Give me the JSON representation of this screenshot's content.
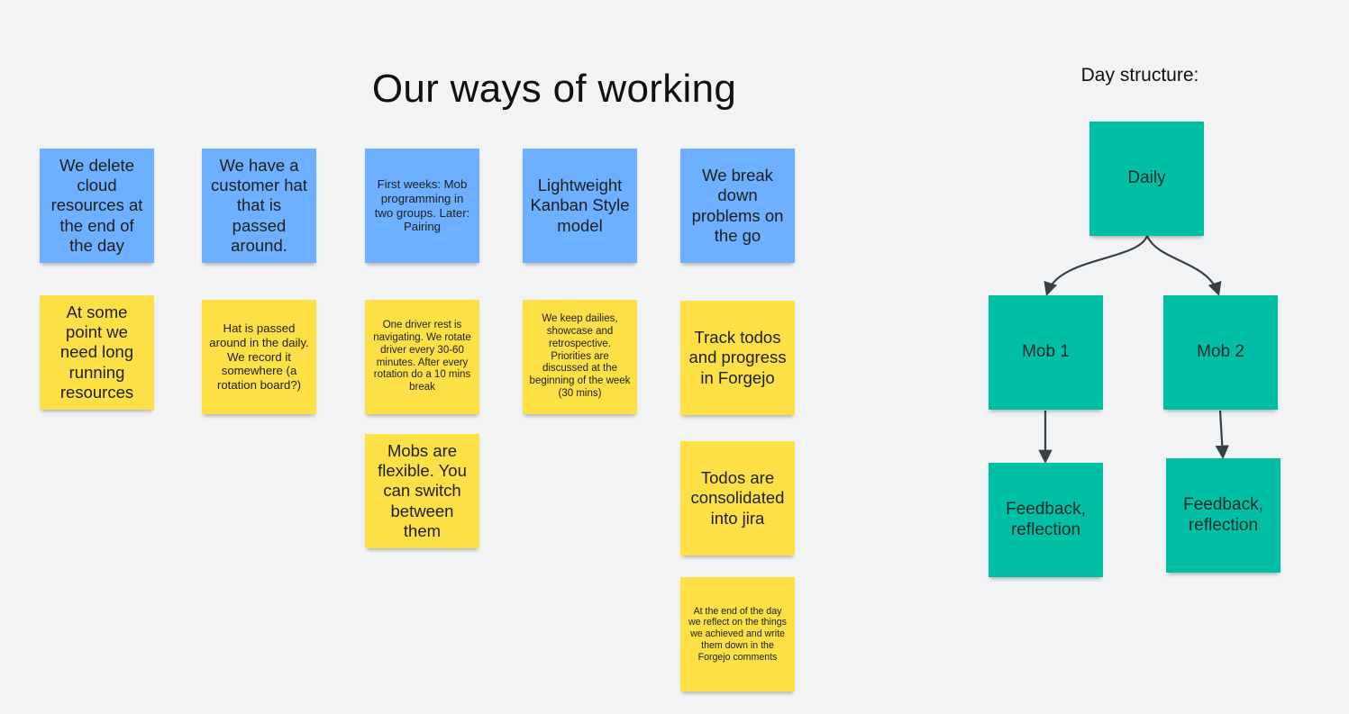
{
  "board": {
    "title": "Our ways of working",
    "day_structure_label": "Day structure:"
  },
  "notes": {
    "c1_blue": "We delete cloud resources at the end of the day",
    "c1_yellow": "At some point we need long running resources",
    "c2_blue": "We have a customer hat that is passed around.",
    "c2_yellow": "Hat is passed around in the daily. We record it somewhere (a rotation board?)",
    "c3_blue": "First weeks: Mob programming in two groups. Later: Pairing",
    "c3_yellow1": "One driver rest is navigating. We rotate driver every 30-60 minutes. After every rotation do a 10 mins break",
    "c3_yellow2": "Mobs are flexible. You can switch between them",
    "c4_blue": "Lightweight Kanban Style model",
    "c4_yellow": "We keep dailies, showcase and retrospective. Priorities are discussed at the beginning of the week (30 mins)",
    "c5_blue": "We break down problems on the go",
    "c5_yellow1": "Track todos and progress in Forgejo",
    "c5_yellow2": "Todos are consolidated into jira",
    "c5_yellow3": "At the end of the day we reflect on the things we achieved and write them down in the Forgejo comments"
  },
  "flow": {
    "daily": "Daily",
    "mob1": "Mob 1",
    "mob2": "Mob 2",
    "feedback1": "Feedback, reflection",
    "feedback2": "Feedback, reflection"
  },
  "colors": {
    "blue_note": "#6cb0ff",
    "yellow_note": "#fde046",
    "teal_note": "#00bfa5",
    "connector": "#3a3f47"
  }
}
